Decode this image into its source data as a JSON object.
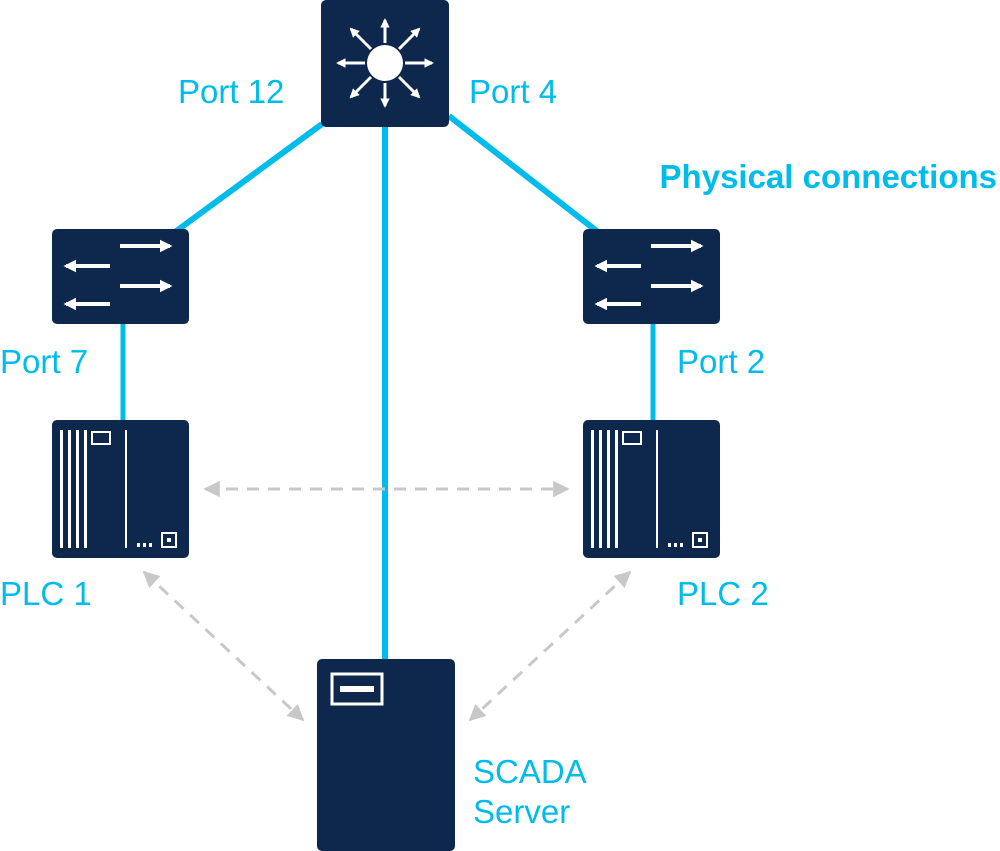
{
  "colors": {
    "accent": "#00bceb",
    "device": "#0d274d",
    "logical": "#c8c8c8",
    "icon": "#ffffff"
  },
  "legend": {
    "physical": "Physical connections"
  },
  "core_switch": {
    "icon": "layer3-switch-icon",
    "left_port": "Port 12",
    "right_port": "Port 4"
  },
  "switch_left": {
    "icon": "access-switch-icon",
    "port": "Port 7"
  },
  "switch_right": {
    "icon": "access-switch-icon",
    "port": "Port 2"
  },
  "plc1": {
    "icon": "plc-icon",
    "label": "PLC 1"
  },
  "plc2": {
    "icon": "plc-icon",
    "label": "PLC 2"
  },
  "scada": {
    "icon": "server-icon",
    "label_line1": "SCADA",
    "label_line2": "Server"
  }
}
